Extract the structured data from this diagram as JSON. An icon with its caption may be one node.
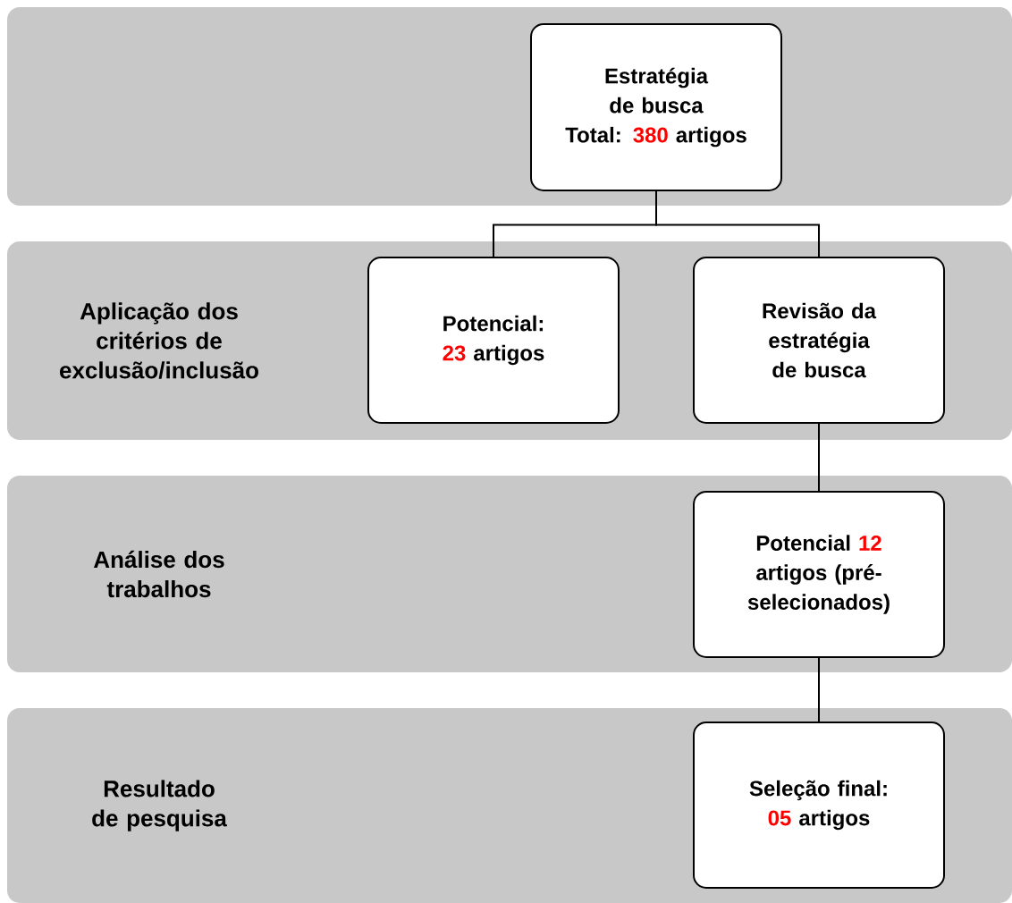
{
  "diagram": {
    "nodes": [
      {
        "text": [],
        "shape": "box"
      },
      {
        "text": [
          "Estratégia de busca",
          "Total: **380** artigos"
        ],
        "in": 0
      },
      {
        "text": [
          "Aplicação dos critérios de exclusão/inclusão"
        ]
      },
      {
        "text": [
          "Potencial: **23** artigos"
        ],
        "in": 2
      },
      {
        "text": [
          "Revisão da estratégia de busca"
        ],
        "in": 2
      },
      {
        "text": [
          "Análise dos trabalhos"
        ]
      },
      {
        "text": [
          "Potencial **12** artigos (pré-selecionados)"
        ],
        "in": 5
      },
      {
        "text": [
          "Resultado de pesquisa"
        ]
      },
      {
        "text": [
          "Seleção final: **05** artigos"
        ],
        "in": 7
      }
    ],
    "edges": [
      {
        "from": 1,
        "to": 3,
        "arrow": "none"
      },
      {
        "from": 1,
        "to": 4,
        "arrow": "none"
      },
      {
        "from": 4,
        "to": 6,
        "arrow": "none"
      },
      {
        "from": 6,
        "to": 8,
        "arrow": "none"
      }
    ]
  }
}
